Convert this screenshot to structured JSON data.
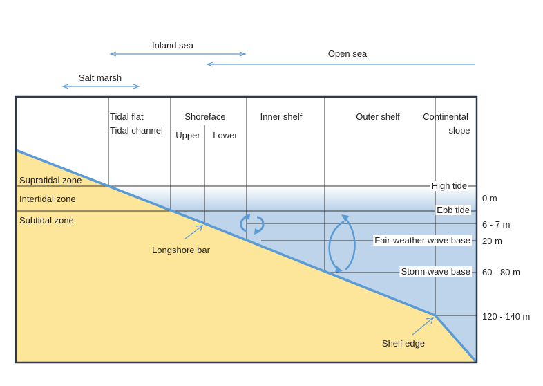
{
  "colors": {
    "sand": "#fde59a",
    "water": "#bdd4ea",
    "water_top": "#ffffff",
    "seafloor": "#5b9bd5",
    "arrow": "#5b9bd5",
    "line": "#333333",
    "frame": "#2f3b4c"
  },
  "top_ranges": {
    "inland_sea": "Inland sea",
    "open_sea": "Open sea",
    "salt_marsh": "Salt marsh"
  },
  "columns": {
    "tidal_flat": "Tidal flat",
    "tidal_channel": "Tidal channel",
    "shoreface": "Shoreface",
    "upper": "Upper",
    "lower": "Lower",
    "inner_shelf": "Inner shelf",
    "outer_shelf": "Outer shelf",
    "continental": "Continental",
    "slope": "slope"
  },
  "zones": {
    "supratidal": "Supratidal zone",
    "intertidal": "Intertidal zone",
    "subtidal": "Subtidal zone"
  },
  "levels": {
    "high_tide": "High tide",
    "ebb_tide": "Ebb tide",
    "fair_weather": "Fair-weather wave base",
    "storm": "Storm wave base"
  },
  "depths": {
    "d0": "0 m",
    "d1": "6 - 7 m",
    "d2": "20 m",
    "d3": "60 - 80 m",
    "d4": "120 - 140 m"
  },
  "features": {
    "longshore_bar": "Longshore bar",
    "shelf_edge": "Shelf edge"
  }
}
